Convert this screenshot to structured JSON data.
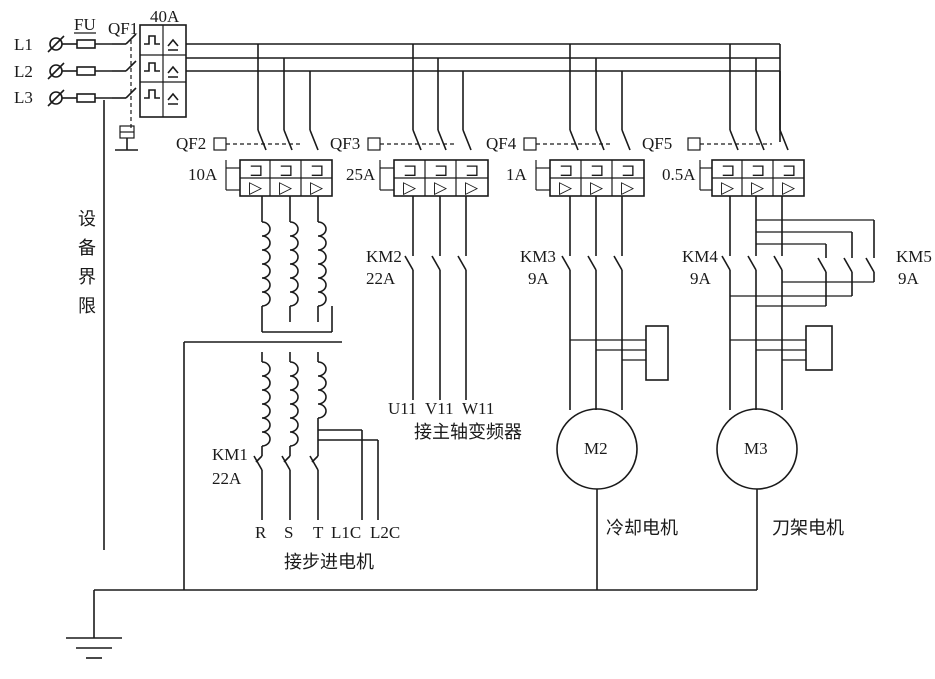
{
  "labels": {
    "L1": "L1",
    "L2": "L2",
    "L3": "L3",
    "FU": "FU",
    "QF1": "QF1",
    "rating_40A": "40A",
    "equipment_boundary": [
      "设",
      "备",
      "界",
      "限"
    ],
    "QF2": "QF2",
    "QF2_rating": "10A",
    "QF3": "QF3",
    "QF3_rating": "25A",
    "QF4": "QF4",
    "QF4_rating": "1A",
    "QF5": "QF5",
    "QF5_rating": "0.5A",
    "KM1": "KM1",
    "KM1_rating": "22A",
    "KM2": "KM2",
    "KM2_rating": "22A",
    "KM3": "KM3",
    "KM3_rating": "9A",
    "KM4": "KM4",
    "KM4_rating": "9A",
    "KM5": "KM5",
    "KM5_rating": "9A",
    "U11": "U11",
    "V11": "V11",
    "W11": "W11",
    "spindle_inverter": "接主轴变频器",
    "R": "R",
    "S": "S",
    "T": "T",
    "L1C": "L1C",
    "L2C": "L2C",
    "stepper_motor": "接步进电机",
    "M2": "M2",
    "M3": "M3",
    "coolant_motor": "冷却电机",
    "turret_motor": "刀架电机"
  }
}
